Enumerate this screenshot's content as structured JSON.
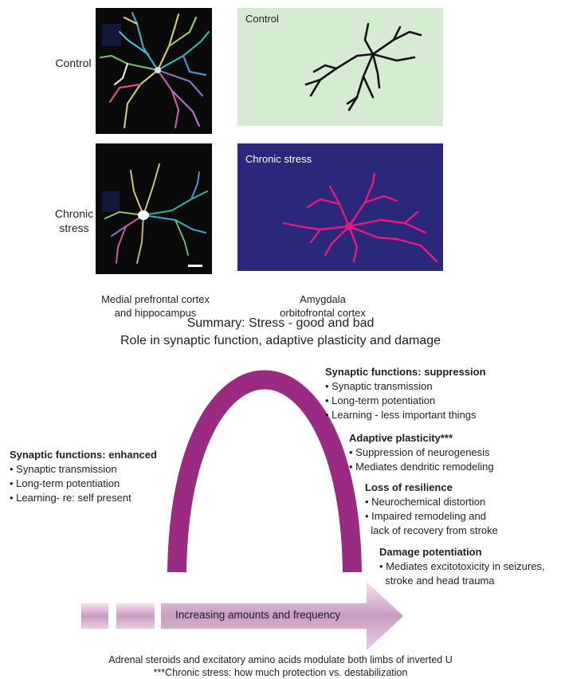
{
  "top": {
    "row_labels": {
      "control": "Control",
      "chronic": "Chronic\nstress"
    },
    "ctrl_green_label": "Control",
    "stress_blue_label": "Chronic stress",
    "caption_left": "Medial prefrontal cortex\nand hippocampus",
    "caption_right": "Amygdala\norbitofrontal cortex",
    "colors": {
      "green_panel": "#d6ecd2",
      "blue_panel": "#29287a",
      "pink_neuron": "#e8197d",
      "black_panel": "#0a0a0a"
    }
  },
  "summary": {
    "line1": "Summary: Stress - good and bad",
    "line2": "Role in synaptic function, adaptive plasticity and damage"
  },
  "blocks": {
    "enhanced": {
      "heading": "Synaptic functions: enhanced",
      "items": [
        "• Synaptic transmission",
        "• Long-term potentiation",
        "• Learning- re: self present"
      ]
    },
    "suppression": {
      "heading": "Synaptic functions: suppression",
      "items": [
        "• Synaptic transmission",
        "• Long-term potentiation",
        "• Learning - less important things"
      ]
    },
    "adaptive": {
      "heading": "Adaptive plasticity***",
      "items": [
        "• Suppression of neurogenesis",
        "• Mediates dendritic remodeling"
      ]
    },
    "resilience": {
      "heading": "Loss of resilience",
      "items": [
        "• Neurochemical distortion",
        "• Impaired remodeling and",
        "  lack of recovery from stroke"
      ]
    },
    "damage": {
      "heading": "Damage potentiation",
      "items": [
        "• Mediates excitotoxicity in seizures,",
        "  stroke and head trauma"
      ]
    }
  },
  "arrow_label": "Increasing amounts and frequency",
  "footer": {
    "line1": "Adrenal steroids and excitatory amino acids modulate both limbs of inverted U",
    "line2": "***Chronic stress: how much protection vs. destabilization"
  },
  "colors": {
    "arch": "#9a2a82",
    "arrow_light": "#ecd3e6",
    "arrow_dark": "#c99bc1"
  }
}
